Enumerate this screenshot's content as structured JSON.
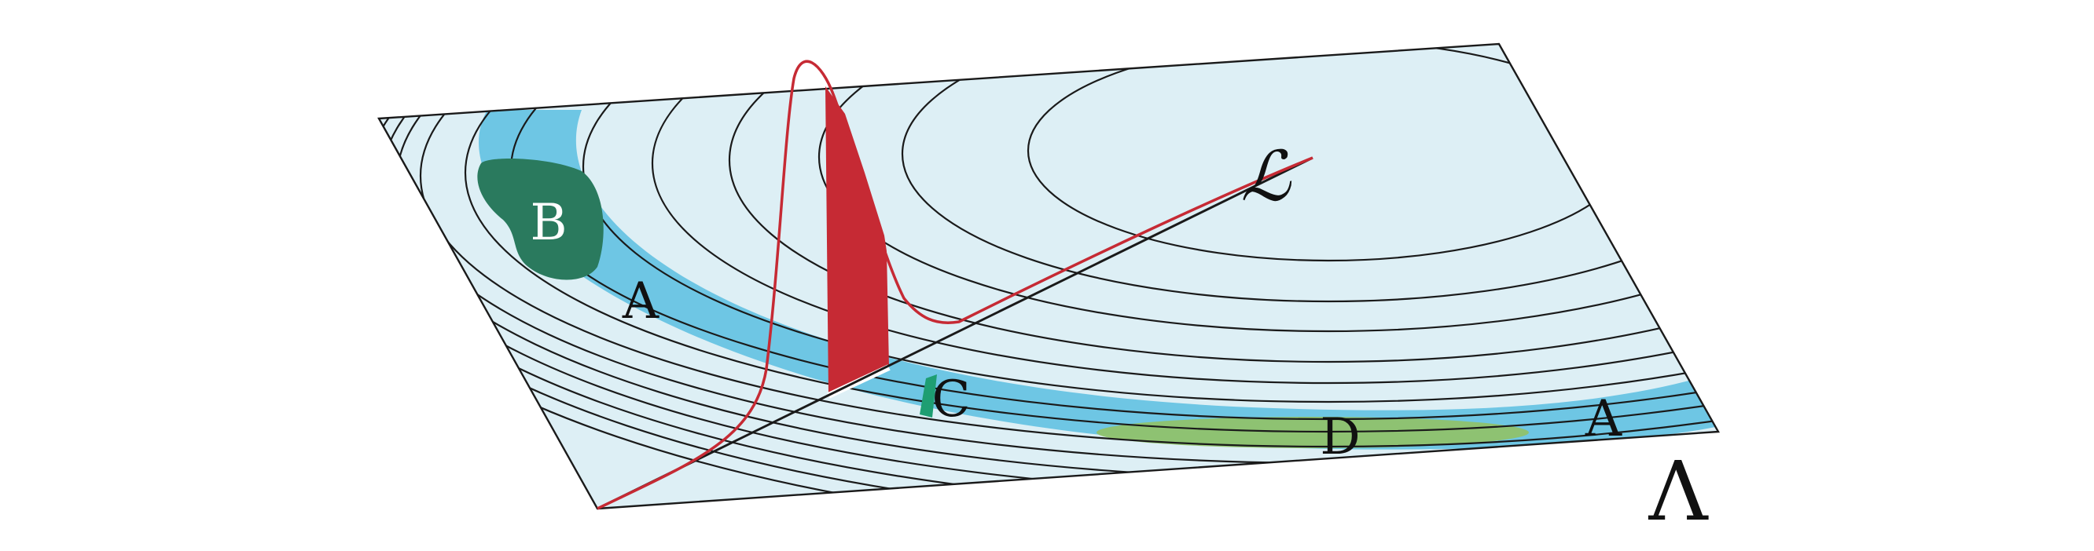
{
  "labels": {
    "region_a_left": "A",
    "region_a_right": "A",
    "region_b": "B",
    "region_c": "C",
    "region_d": "D",
    "line_symbol": "ℒ",
    "plane_symbol": "Λ"
  },
  "colors": {
    "plane_fill": "#ddeff5",
    "band_a": "#6ec6e4",
    "region_b": "#2a7a5e",
    "region_c": "#1e9e72",
    "region_d": "#8fc26c",
    "curve_red": "#c62a34",
    "contour_stroke": "#1a1a1a"
  }
}
